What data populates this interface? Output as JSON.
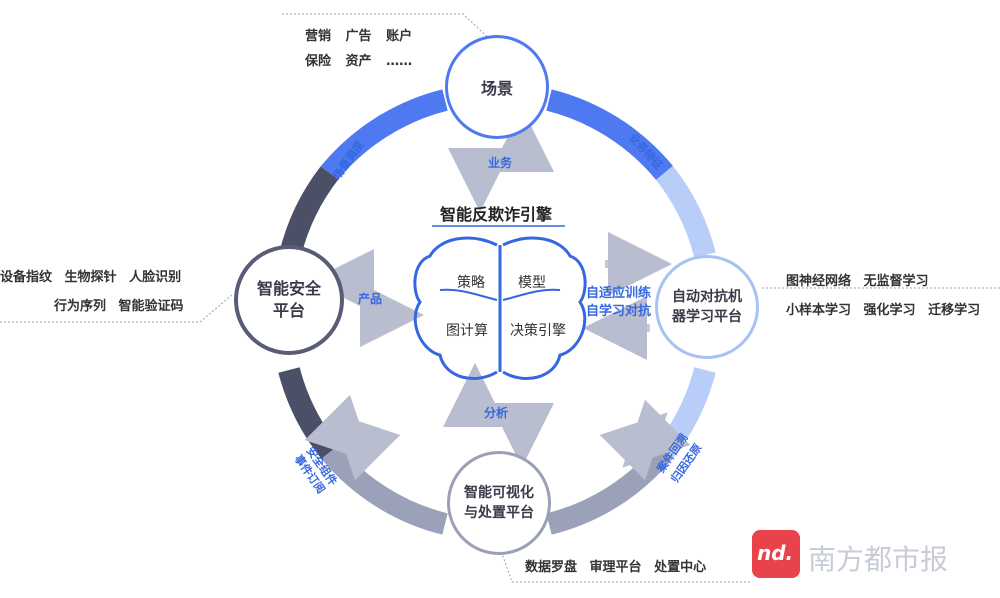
{
  "nodes": {
    "top": "场景",
    "left_l1": "智能安全",
    "left_l2": "平台",
    "right_l1": "自动对抗机",
    "right_l2": "器学习平台",
    "bottom_l1": "智能可视化",
    "bottom_l2": "与处置平台"
  },
  "center": {
    "title": "智能反欺诈引擎",
    "q1": "策略",
    "q2": "模型",
    "q3": "图计算",
    "q4": "决策引擎"
  },
  "flows": {
    "business": "业务",
    "product": "产品",
    "adaptive_l1": "自适应训练",
    "adaptive_l2": "自学习对抗",
    "analysis": "分析"
  },
  "arc_labels": {
    "scene_dispatch": "场景调度",
    "business_feature": "业务特征",
    "security_l1": "安全组件",
    "security_l2": "事件订阅",
    "case_l1": "案件回溯",
    "case_l2": "归因还原"
  },
  "annotations": {
    "top_row1": [
      "营销",
      "广告",
      "账户"
    ],
    "top_row2": [
      "保险",
      "资产",
      "……"
    ],
    "left_row1": [
      "设备指纹",
      "生物探针",
      "人脸识别"
    ],
    "left_row2": [
      "行为序列",
      "智能验证码"
    ],
    "right_row1": [
      "图神经网络",
      "无监督学习"
    ],
    "right_row2": [
      "小样本学习",
      "强化学习",
      "迁移学习"
    ],
    "bottom_row": [
      "数据罗盘",
      "审理平台",
      "处置中心"
    ]
  },
  "watermark": {
    "logo_text": "nd.",
    "name": "南方都市报"
  },
  "colors": {
    "blue": "#3568e0",
    "dark": "#585c75",
    "light_blue": "#a9c1f3",
    "gray": "#9aa0b6"
  }
}
